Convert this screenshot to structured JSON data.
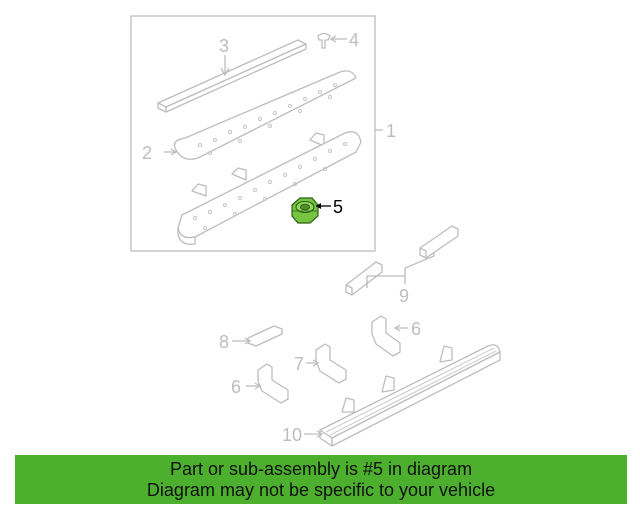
{
  "diagram": {
    "callouts": [
      "1",
      "2",
      "3",
      "4",
      "5",
      "6",
      "6",
      "7",
      "8",
      "9",
      "10"
    ],
    "highlighted_part": "5",
    "highlight_color": "#76c442"
  },
  "banner": {
    "line1": "Part or sub-assembly is #5 in diagram",
    "line2": "Diagram may not be specific to your vehicle",
    "background": "#4caf2e"
  }
}
